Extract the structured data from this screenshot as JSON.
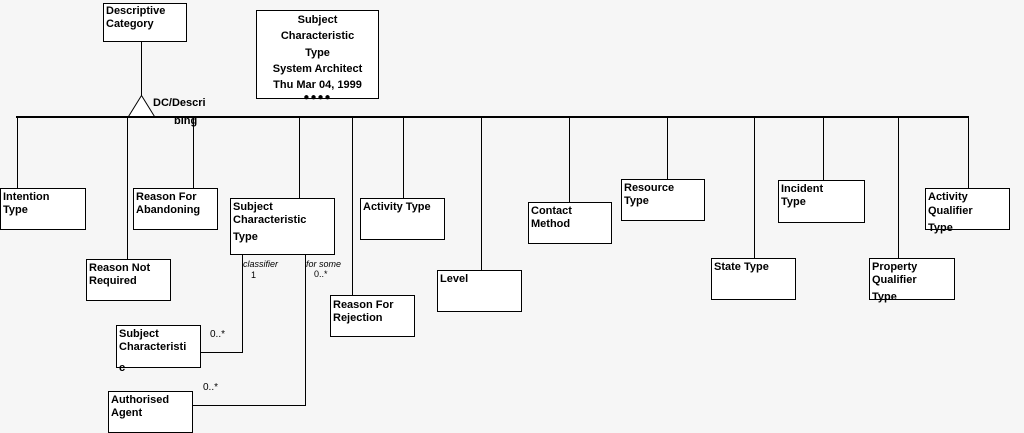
{
  "colors": {
    "background": "#f6f6f6",
    "box_fill": "#ffffff",
    "line": "#000000",
    "text": "#000000"
  },
  "note_box": {
    "line1": "Subject",
    "line2": "Characteristic",
    "line3": "Type",
    "line4": "System Architect",
    "line5": "Thu Mar 04, 1999",
    "dots": "●●●●"
  },
  "boxes": [
    {
      "id": "descriptive-category",
      "label": "Descriptive Category",
      "lines": [
        "Descriptive",
        "Category"
      ]
    },
    {
      "id": "intention-type",
      "label": "Intention Type",
      "lines": [
        "Intention",
        "Type"
      ]
    },
    {
      "id": "reason-for-abandoning",
      "label": "Reason For Abandoning",
      "lines": [
        "Reason For",
        "Abandoning"
      ]
    },
    {
      "id": "reason-not-required",
      "label": "Reason Not Required",
      "lines": [
        "Reason Not",
        "Required"
      ]
    },
    {
      "id": "subject-characteristic-type",
      "label": "Subject Characteristic Type",
      "lines": [
        "Subject",
        "Characteristic",
        "Type"
      ]
    },
    {
      "id": "activity-type",
      "label": "Activity Type",
      "lines": [
        "Activity Type"
      ]
    },
    {
      "id": "reason-for-rejection",
      "label": "Reason For Rejection",
      "lines": [
        "Reason For",
        "Rejection"
      ]
    },
    {
      "id": "level",
      "label": "Level",
      "lines": [
        "Level"
      ]
    },
    {
      "id": "contact-method",
      "label": "Contact Method",
      "lines": [
        "Contact",
        "Method"
      ]
    },
    {
      "id": "resource-type",
      "label": "Resource Type",
      "lines": [
        "Resource",
        "Type"
      ]
    },
    {
      "id": "state-type",
      "label": "State Type",
      "lines": [
        "State Type"
      ]
    },
    {
      "id": "incident-type",
      "label": "Incident Type",
      "lines": [
        "Incident",
        "Type"
      ]
    },
    {
      "id": "property-qualifier-type",
      "label": "Property Qualifier Type",
      "lines": [
        "Property",
        "Qualifier",
        "Type"
      ]
    },
    {
      "id": "activity-qualifier-type",
      "label": "Activity Qualifier Type",
      "lines": [
        "Activity",
        "Qualifier",
        "Type"
      ]
    },
    {
      "id": "subject-characteristic",
      "label": "Subject Characteristic",
      "lines": [
        "Subject",
        "Characteristi",
        "c"
      ]
    },
    {
      "id": "authorised-agent",
      "label": "Authorised Agent",
      "lines": [
        "Authorised",
        "Agent"
      ]
    }
  ],
  "edge_labels": {
    "generalization_line1": "DC/Descri",
    "generalization_line2": "bing",
    "classifier_role": "classifier",
    "classifier_multiplicity": "1",
    "for_some_role": "for some",
    "for_some_multiplicity": "0..*",
    "subject_characteristic_multiplicity": "0..*",
    "authorised_agent_multiplicity": "0..*"
  }
}
